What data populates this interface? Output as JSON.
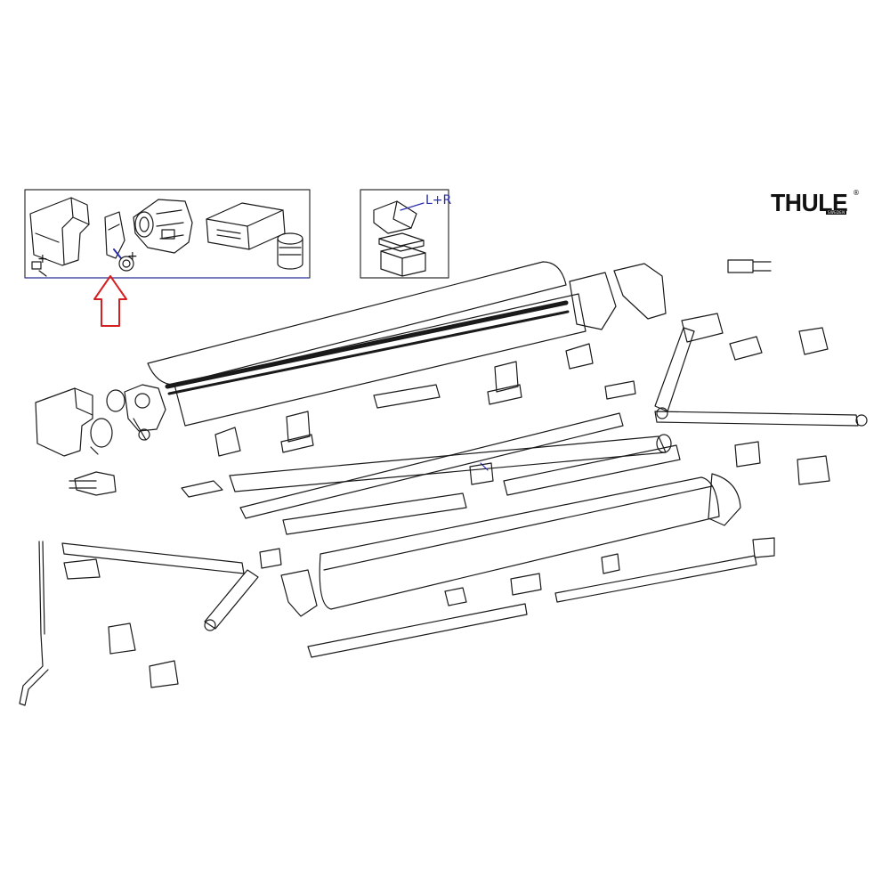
{
  "brand": {
    "logo_text": "THULE",
    "sub_text": "SWEDEN",
    "registered_mark": "®"
  },
  "detail_box_2": {
    "side_label": "L+R"
  },
  "detail_box_1": {
    "plus_marks": [
      "+",
      "+"
    ]
  },
  "colors": {
    "line": "#1a1a1a",
    "highlight_arrow": "#d42020",
    "accent_blue": "#2a2fae",
    "box_border": "#333333"
  },
  "icons": [
    "up-arrow-icon"
  ]
}
